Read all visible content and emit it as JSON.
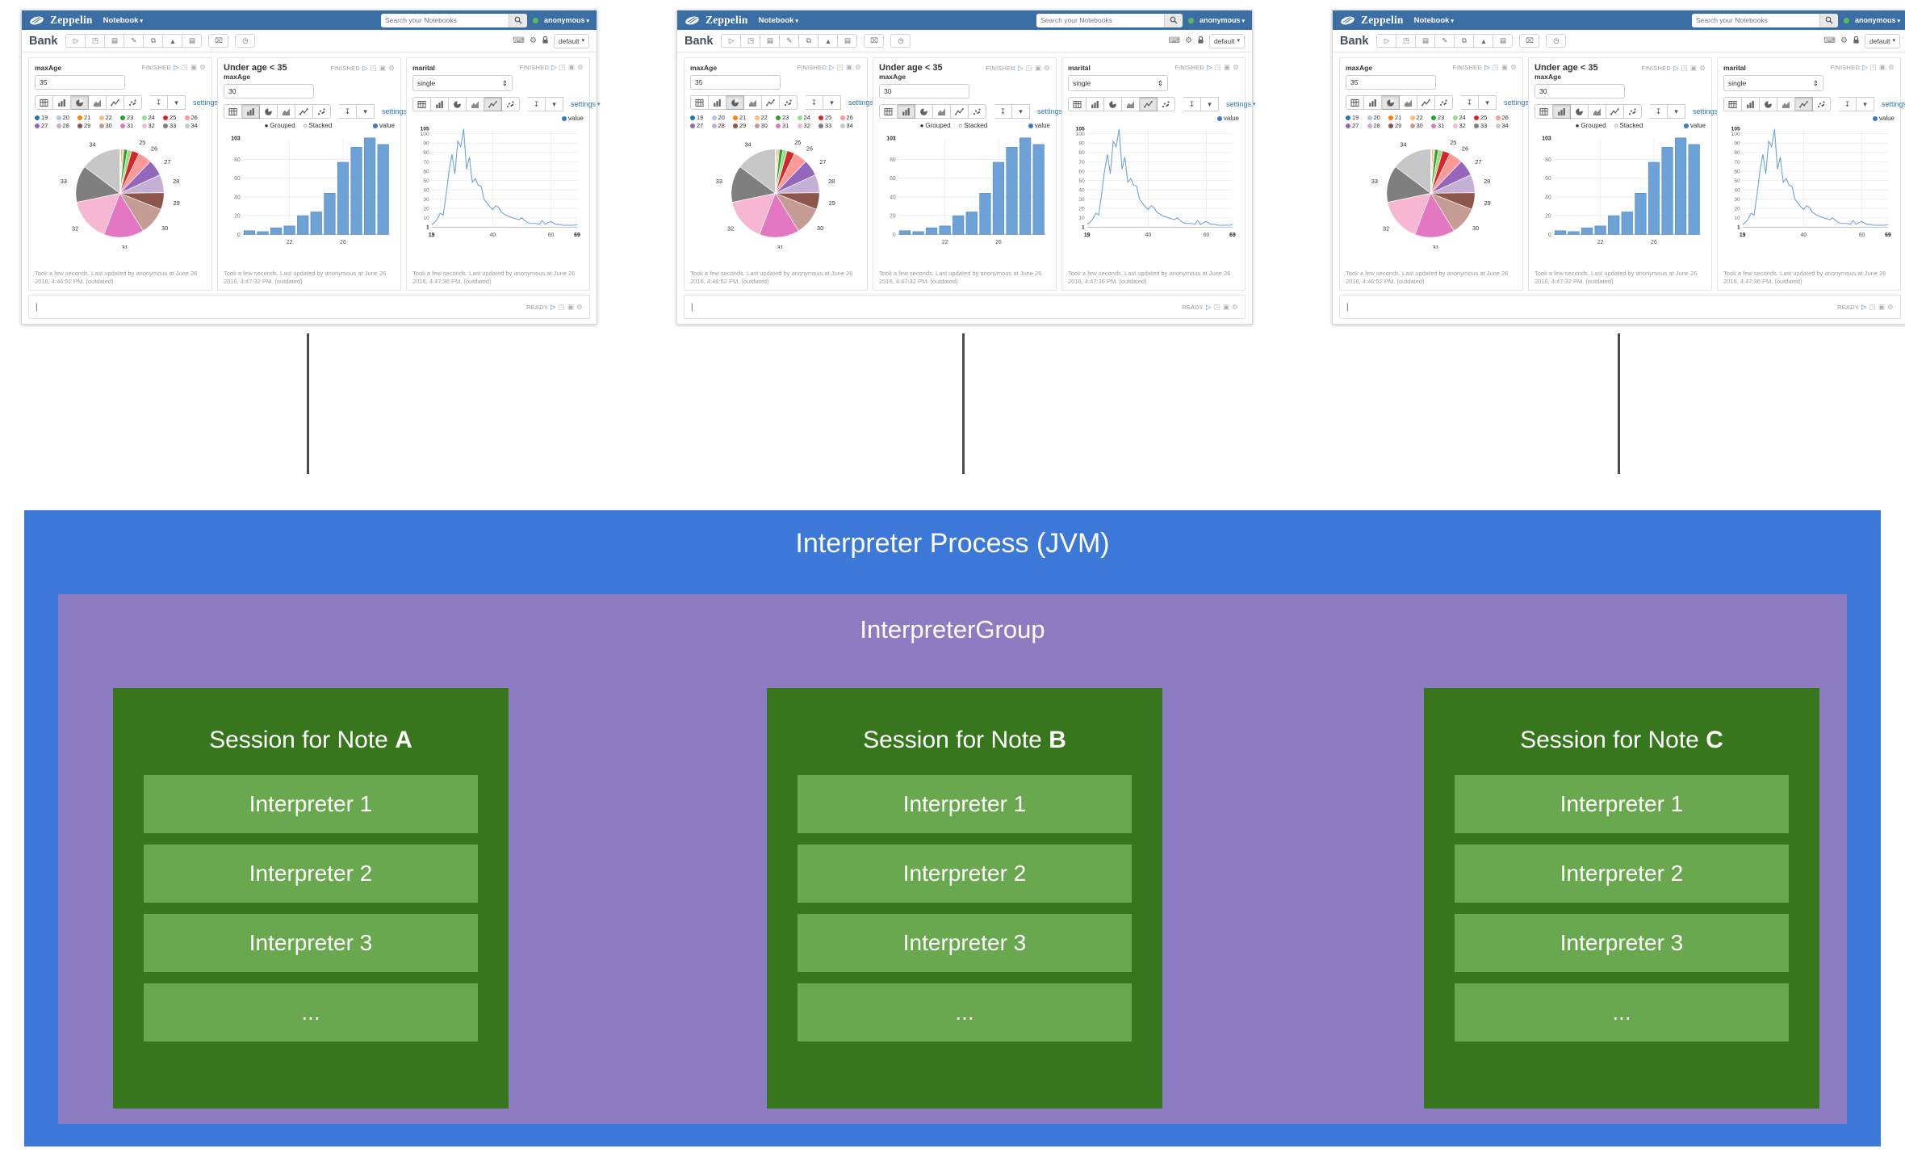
{
  "colors": {
    "navbar": "#3a6ea5",
    "accent_link": "#337ab7",
    "user_dot": "#5cb85c",
    "bar_fill": "#6da2d8",
    "bar_stroke": "#5288c0",
    "line_stroke": "#6da2d8",
    "series_dot": "#3b78c9",
    "process_box": "#3c78d8",
    "group_box": "#8e7cc3",
    "session_box": "#38761d",
    "interpreter_row": "#6aa84f",
    "connector": "#4d4d4d"
  },
  "screenshot_count": 3,
  "notebook": {
    "navbar": {
      "brand": "Zeppelin",
      "menu_label": "Notebook",
      "search_placeholder": "Search your Notebooks",
      "username": "anonymous"
    },
    "toolbar": {
      "note_title": "Bank",
      "main_icons": [
        "play",
        "resize",
        "keyboard-shortcuts",
        "pencil",
        "clone",
        "export",
        "file"
      ],
      "trash_icon": "trash",
      "scheduler_icon": "clock",
      "right_icons": [
        "keyboard",
        "gear",
        "lock"
      ],
      "interpreter_binding_label": "default"
    },
    "status_finished": "FINISHED",
    "status_ready": "READY",
    "status_icons": [
      "play",
      "resize",
      "link",
      "gear"
    ],
    "settings_label": "settings",
    "chart_type_icons": [
      "table",
      "bar-chart",
      "pie-chart",
      "area-chart",
      "line-chart",
      "scatter-chart"
    ],
    "paragraphs": [
      {
        "kind": "pie",
        "form_label": "maxAge",
        "form_value": "35",
        "footer": "Took a few seconds. Last updated by anonymous at June 26 2016, 4:46:52 PM. (outdated)"
      },
      {
        "kind": "bar",
        "title": "Under age < 35",
        "form_label": "maxAge",
        "form_value": "30",
        "grouped_label": "Grouped",
        "stacked_label": "Stacked",
        "series_label": "value",
        "footer": "Took a few seconds. Last updated by anonymous at June 26 2016, 4:47:32 PM. (outdated)"
      },
      {
        "kind": "line",
        "form_label": "marital",
        "form_value": "single",
        "series_label": "value",
        "footer": "Took a few seconds. Last updated by anonymous at June 26 2016, 4:47:36 PM. (outdated)"
      }
    ]
  },
  "chart_data": [
    {
      "type": "pie",
      "paragraph": "maxAge",
      "categories": [
        "19",
        "20",
        "21",
        "22",
        "23",
        "24",
        "25",
        "26",
        "27",
        "28",
        "29",
        "30",
        "31",
        "32",
        "33",
        "34"
      ],
      "values": [
        4,
        3,
        7,
        9,
        20,
        24,
        44,
        77,
        93,
        103,
        96,
        158,
        228,
        245,
        210,
        228
      ],
      "colors": [
        "#1f77b4",
        "#aec7e8",
        "#ff7f0e",
        "#ffbb78",
        "#2ca02c",
        "#98df8a",
        "#d62728",
        "#ff9896",
        "#9467bd",
        "#c5b0d5",
        "#8c564b",
        "#c49c94",
        "#e377c2",
        "#f7b6d2",
        "#7f7f7f",
        "#c7c7c7"
      ],
      "legend_position": "top"
    },
    {
      "type": "bar",
      "title": "Under age < 35",
      "categories": [
        "19",
        "20",
        "21",
        "22",
        "23",
        "24",
        "25",
        "26",
        "27",
        "28",
        "29"
      ],
      "series": [
        {
          "name": "value",
          "values": [
            4,
            3,
            7,
            9,
            20,
            24,
            44,
            77,
            93,
            103,
            96
          ]
        }
      ],
      "ylim": [
        0,
        103
      ],
      "yticks": [
        0,
        20,
        40,
        60,
        80
      ],
      "ymax_label": "103",
      "xticks": [
        "22",
        "26"
      ],
      "grid": true,
      "legend_position": "top-right",
      "mode_options": [
        "Grouped",
        "Stacked"
      ],
      "mode_selected": "Grouped"
    },
    {
      "type": "line",
      "paragraph": "marital = single",
      "x": [
        19,
        20,
        21,
        22,
        23,
        24,
        25,
        26,
        27,
        28,
        29,
        30,
        31,
        32,
        33,
        34,
        35,
        36,
        37,
        38,
        39,
        40,
        41,
        42,
        43,
        44,
        45,
        46,
        47,
        48,
        49,
        50,
        51,
        52,
        53,
        54,
        55,
        56,
        57,
        58,
        59,
        60,
        61,
        62,
        63,
        64,
        65,
        66,
        67,
        68,
        69
      ],
      "series": [
        {
          "name": "value",
          "values": [
            3,
            5,
            9,
            15,
            13,
            35,
            60,
            78,
            57,
            92,
            86,
            105,
            62,
            75,
            48,
            52,
            45,
            44,
            30,
            26,
            22,
            19,
            23,
            21,
            16,
            14,
            12,
            11,
            10,
            9,
            8,
            10,
            7,
            5,
            4,
            4,
            4,
            3,
            7,
            3,
            5,
            6,
            4,
            3,
            3,
            2,
            2,
            2,
            2,
            2,
            3
          ]
        }
      ],
      "ylim": [
        1,
        105
      ],
      "yticks": [
        10,
        20,
        30,
        40,
        50,
        60,
        70,
        80,
        90,
        100
      ],
      "ymax_label": "105",
      "ymin_label": "1",
      "xticks": [
        "19",
        "40",
        "60",
        "69"
      ],
      "grid": true,
      "legend_position": "top-right"
    }
  ],
  "diagram": {
    "process_title": "Interpreter Process (JVM)",
    "group_title": "InterpreterGroup",
    "sessions": [
      {
        "label": "Session for Note",
        "note": "A",
        "interpreters": [
          "Interpreter 1",
          "Interpreter 2",
          "Interpreter 3",
          "..."
        ]
      },
      {
        "label": "Session for Note",
        "note": "B",
        "interpreters": [
          "Interpreter 1",
          "Interpreter 2",
          "Interpreter 3",
          "..."
        ]
      },
      {
        "label": "Session for Note",
        "note": "C",
        "interpreters": [
          "Interpreter 1",
          "Interpreter 2",
          "Interpreter 3",
          "..."
        ]
      }
    ]
  }
}
